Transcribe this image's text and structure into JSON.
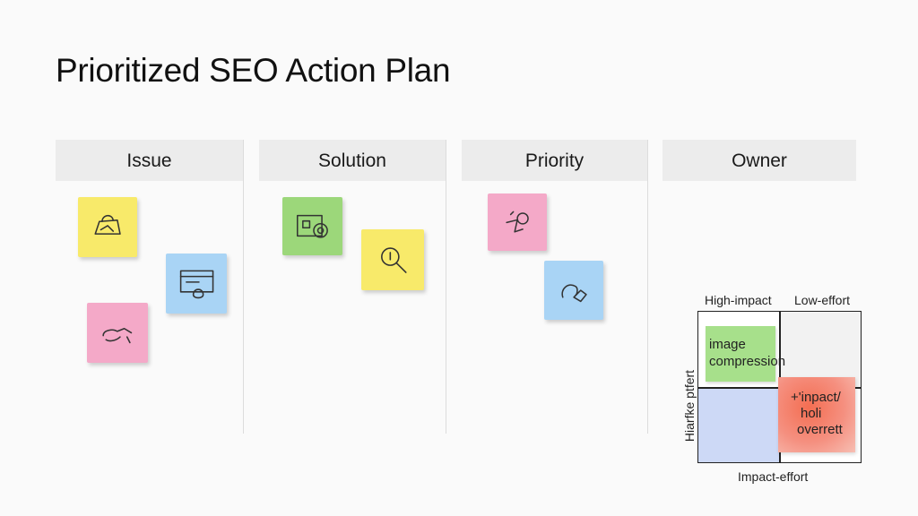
{
  "title": "Prioritized SEO Action Plan",
  "columns": [
    {
      "header": "Issue"
    },
    {
      "header": "Solution"
    },
    {
      "header": "Priority"
    },
    {
      "header": "Owner"
    }
  ],
  "notes": [
    {
      "column": "Issue",
      "color": "#f8ea6a",
      "icon": "bag-icon"
    },
    {
      "column": "Issue",
      "color": "#a9d4f5",
      "icon": "browser-window-icon"
    },
    {
      "column": "Issue",
      "color": "#f4a9c8",
      "icon": "broken-link-icon"
    },
    {
      "column": "Solution",
      "color": "#9cd77a",
      "icon": "image-gear-icon"
    },
    {
      "column": "Solution",
      "color": "#f8ea6a",
      "icon": "magnifier-icon"
    },
    {
      "column": "Priority",
      "color": "#f4a9c8",
      "icon": "sketch-icon"
    },
    {
      "column": "Priority",
      "color": "#a9d4f5",
      "icon": "hand-icon"
    }
  ],
  "matrix": {
    "top_left_label": "High-impact",
    "top_right_label": "Low-effort",
    "y_axis_label": "Hiarfke ptfert",
    "x_axis_label": "Impact-effort",
    "green_note": {
      "line1": "image",
      "line2": "compression"
    },
    "red_note": {
      "line1": "+'inpact/",
      "line2": "holi",
      "line3": "overrett"
    }
  }
}
